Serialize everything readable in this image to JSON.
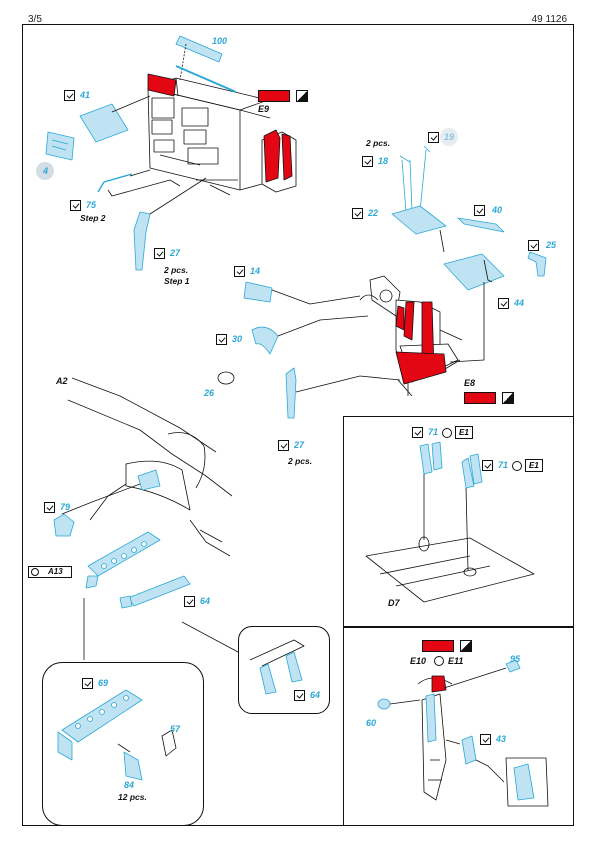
{
  "header": {
    "page": "3/5",
    "kit_number": "49 1126"
  },
  "colors": {
    "part_blue": "#2aa8d6",
    "red": "#e30613",
    "ink": "#111111",
    "bubble": "#d3dde6",
    "part_fill": "#bfe3f3"
  },
  "labels": {
    "p100": "100",
    "p41": "41",
    "p4": "4",
    "p75": "75",
    "step2": "Step 2",
    "p27a": "27",
    "pcs2a": "2 pcs.",
    "step1": "Step 1",
    "e9": "E9",
    "pcs2b": "2 pcs.",
    "p18": "18",
    "p19": "19",
    "p22": "22",
    "p40": "40",
    "p25": "25",
    "p14": "14",
    "p44": "44",
    "p30": "30",
    "p26": "26",
    "e8": "E8",
    "p27b": "27",
    "pcs2c": "2 pcs.",
    "a2": "A2",
    "p79": "79",
    "a13": "A13",
    "p64a": "64",
    "p64b": "64",
    "p69": "69",
    "p57": "57",
    "p84": "84",
    "pcs12": "12 pcs.",
    "p71a": "71",
    "e1a": "E1",
    "p71b": "71",
    "e1b": "E1",
    "d7": "D7",
    "e10": "E10",
    "e11": "E11",
    "p95": "95",
    "p60": "60",
    "p43": "43"
  }
}
